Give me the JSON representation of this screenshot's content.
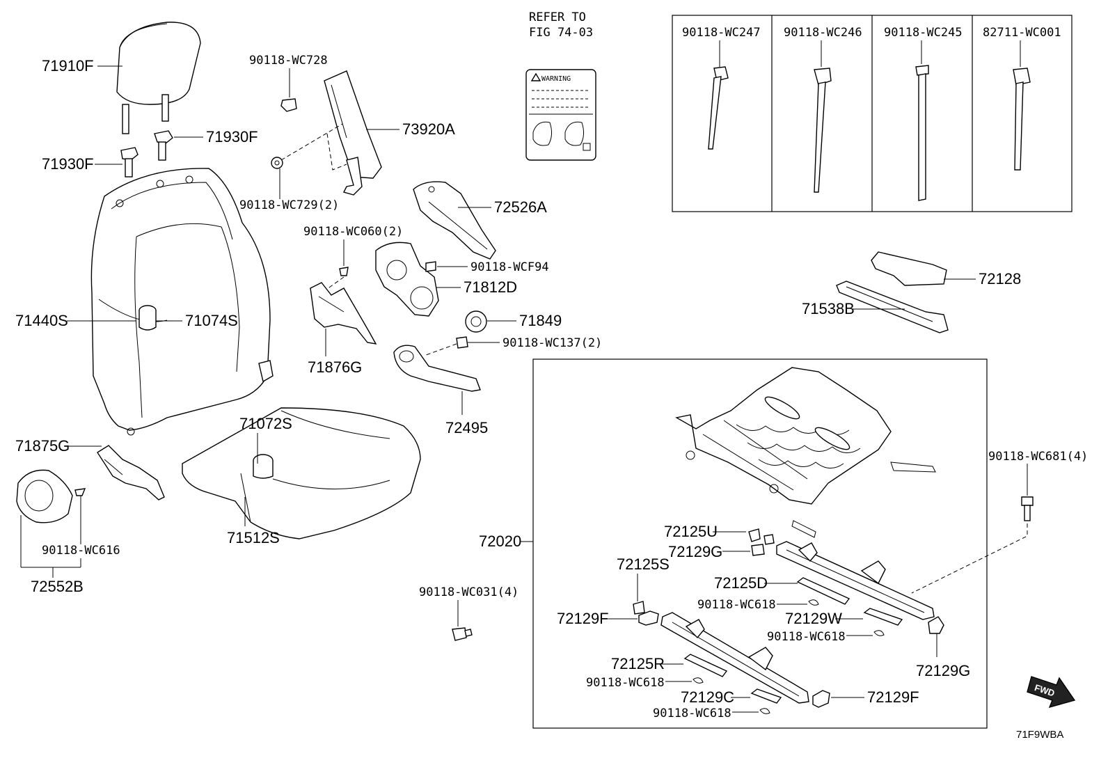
{
  "refer_note": {
    "line1": "REFER TO",
    "line2": "FIG 74-03"
  },
  "warning_label": {
    "text": "WARNING"
  },
  "diagram_code": "71F9WBA",
  "fwd_label": "FWD",
  "ties_box": [
    "90118-WC247",
    "90118-WC246",
    "90118-WC245",
    "82711-WC001"
  ],
  "labels": {
    "l71910F": "71910F",
    "l71930F_a": "71930F",
    "l71930F_b": "71930F",
    "l71440S": "71440S",
    "l71074S": "71074S",
    "l71875G": "71875G",
    "l90118WC616": "90118-WC616",
    "l72552B": "72552B",
    "l90118WC728": "90118-WC728",
    "l73920A": "73920A",
    "l90118WC729": "90118-WC729(2)",
    "l72526A": "72526A",
    "l90118WC060": "90118-WC060(2)",
    "l90118WCF94": "90118-WCF94",
    "l71812D": "71812D",
    "l71849": "71849",
    "l90118WC137": "90118-WC137(2)",
    "l71876G": "71876G",
    "l72495": "72495",
    "l71072S": "71072S",
    "l71512S": "71512S",
    "l90118WC031": "90118-WC031(4)",
    "l72128": "72128",
    "l71538B": "71538B",
    "l72020": "72020",
    "l90118WC681": "90118-WC681(4)",
    "l72125U": "72125U",
    "l72129G_a": "72129G",
    "l72125S": "72125S",
    "l72125D": "72125D",
    "l90118WC618_a": "90118-WC618",
    "l72129W": "72129W",
    "l90118WC618_b": "90118-WC618",
    "l72129F_a": "72129F",
    "l72129G_b": "72129G",
    "l72125R": "72125R",
    "l90118WC618_c": "90118-WC618",
    "l72129C": "72129C",
    "l72129F_b": "72129F",
    "l90118WC618_d": "90118-WC618"
  }
}
